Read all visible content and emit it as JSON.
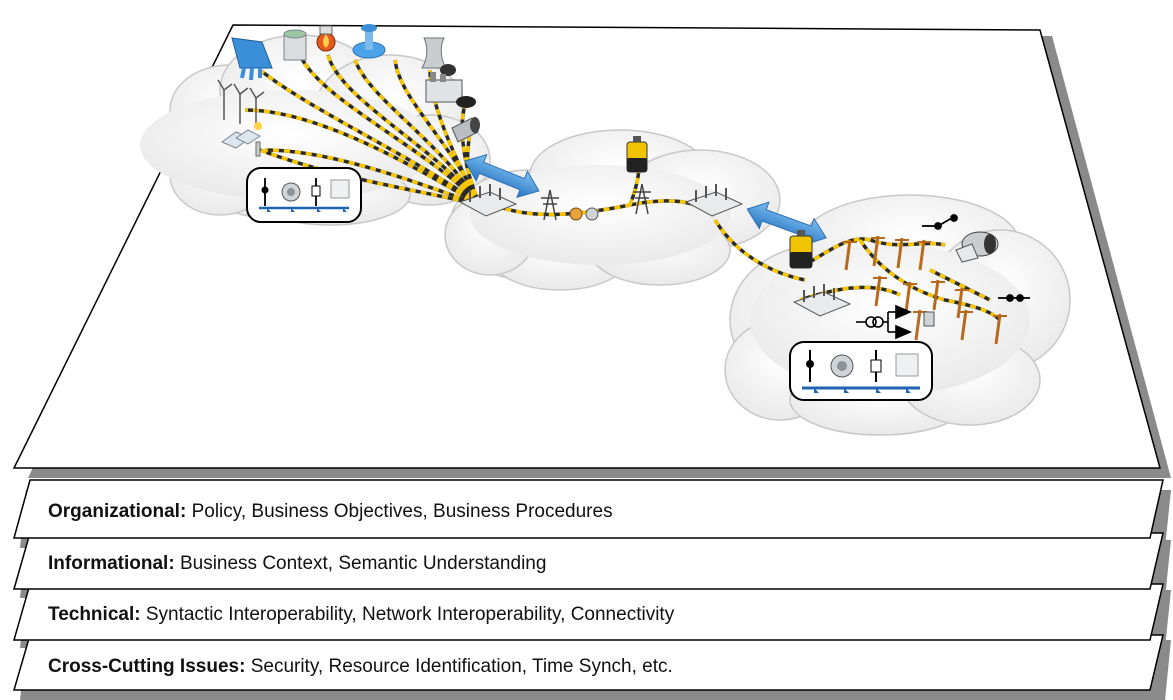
{
  "colors": {
    "plane_fill": "#ffffff",
    "plane_stroke": "#000000",
    "shadow": "#8a8a8a",
    "cloud": "#f2f2f2",
    "cloud_stroke": "#c8c8c8",
    "link_yellow": "#f7c600",
    "link_dark": "#2a2a2a",
    "arrow_blue": "#3a8fd8"
  },
  "layers": [
    {
      "title": "Organizational:",
      "text": " Policy, Business Objectives, Business Procedures"
    },
    {
      "title": "Informational:",
      "text": " Business Context, Semantic Understanding"
    },
    {
      "title": "Technical:",
      "text": " Syntactic Interoperability, Network Interoperability, Connectivity"
    },
    {
      "title": "Cross-Cutting Issues:",
      "text": " Security, Resource Identification, Time Synch, etc."
    }
  ],
  "icons": {
    "generation": [
      "hydro-dam-icon",
      "storage-tank-icon",
      "flame-icon",
      "gas-turbine-icon",
      "cooling-tower-icon",
      "coal-plant-icon",
      "wind-turbine-icon",
      "solar-panel-icon",
      "exhaust-icon"
    ],
    "transmission": [
      "substation-icon",
      "pylon-icon",
      "battery-icon",
      "transformer-icon"
    ],
    "distribution": [
      "utility-pole-icon",
      "switch-icon",
      "meter-icon",
      "breaker-icon"
    ]
  }
}
